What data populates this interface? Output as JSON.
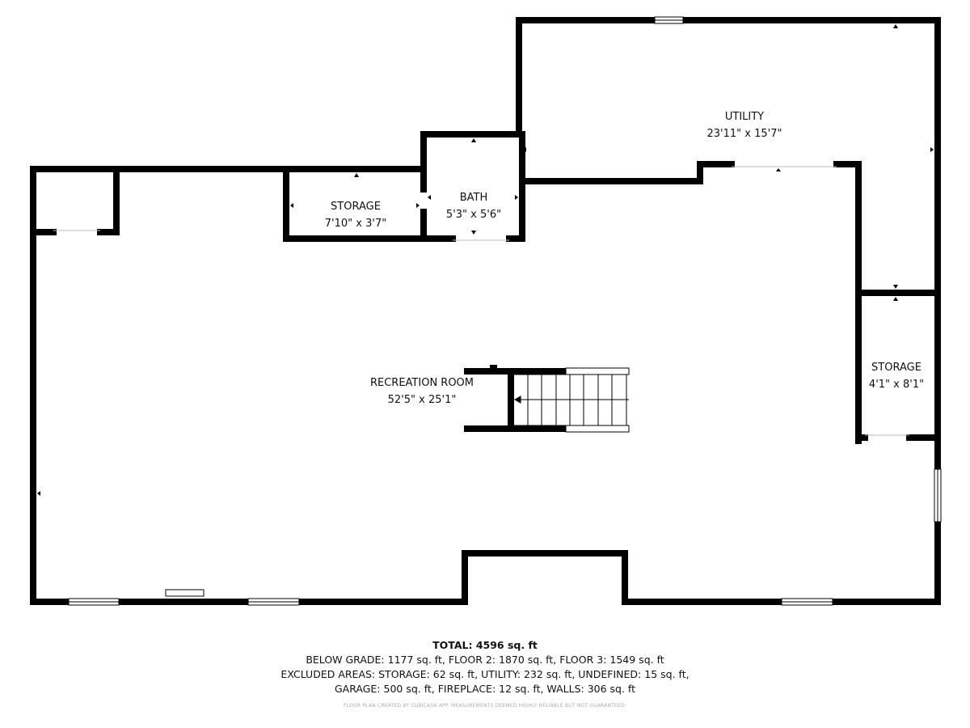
{
  "rooms": [
    {
      "name": "UTILITY",
      "size": "23'11\" x 15'7\""
    },
    {
      "name": "STORAGE",
      "size": "7'10\" x 3'7\""
    },
    {
      "name": "BATH",
      "size": "5'3\" x 5'6\""
    },
    {
      "name": "RECREATION ROOM",
      "size": "52'5\" x 25'1\""
    },
    {
      "name": "STORAGE",
      "size": "4'1\" x 8'1\""
    }
  ],
  "summary": {
    "total": "TOTAL: 4596 sq. ft",
    "line1": "BELOW GRADE: 1177 sq. ft, FLOOR 2: 1870 sq. ft, FLOOR 3: 1549 sq. ft",
    "line2": "EXCLUDED AREAS: STORAGE: 62 sq. ft, UTILITY: 232 sq. ft, UNDEFINED: 15 sq. ft,",
    "line3": "GARAGE: 500 sq. ft, FIREPLACE: 12 sq. ft, WALLS: 306 sq. ft"
  },
  "credit": "FLOOR PLAN CREATED BY CUBICASA APP. MEASUREMENTS DEEMED HIGHLY RELIABLE BUT NOT GUARANTEED."
}
